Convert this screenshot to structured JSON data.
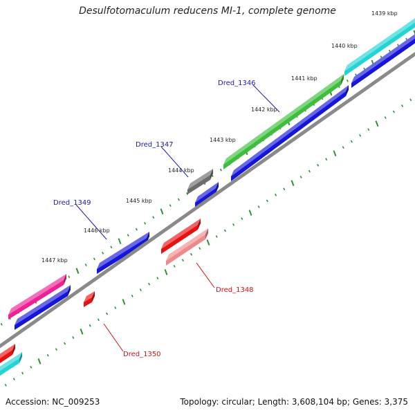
{
  "title": "Desulfotomaculum reducens MI-1, complete genome",
  "footer": {
    "accession": "Accession: NC_009253",
    "summary": "Topology: circular; Length: 3,608,104 bp; Genes: 3,375"
  },
  "ruler": [
    "1439 kbp",
    "1440 kbp",
    "1441 kbp",
    "1442 kbp",
    "1443 kbp",
    "1444 kbp",
    "1445 kbp",
    "1446 kbp",
    "1447 kbp"
  ],
  "colors": {
    "backbone": "#8a8a8a",
    "tick": "#2f8f2f",
    "label_forward": "#1a1aa8",
    "label_reverse": "#d01010",
    "cyan": "#22d4d4",
    "green": "#3dbf3d",
    "blue": "#1616d8",
    "gray": "#6c6c6c",
    "magenta": "#ee2294",
    "red": "#e81010",
    "salmon": "#ef8a8a"
  },
  "gene_labels": {
    "dred1346": "Dred_1346",
    "dred1347": "Dred_1347",
    "dred1349": "Dred_1349",
    "dred1348": "Dred_1348",
    "dred1350": "Dred_1350"
  }
}
